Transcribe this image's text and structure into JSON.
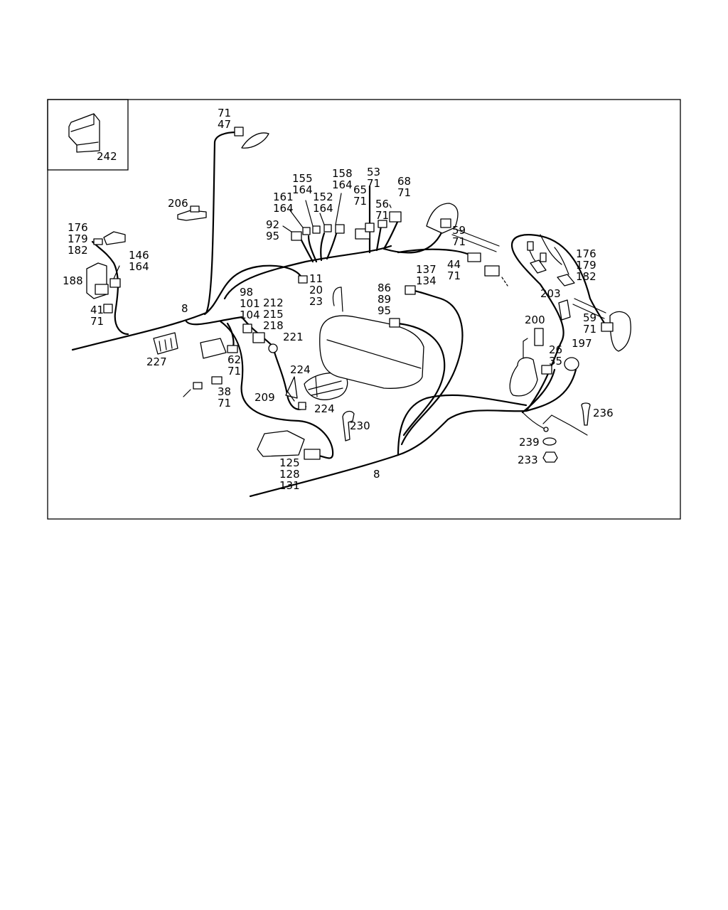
{
  "callouts": [
    {
      "id": "c242",
      "lines": [
        "242"
      ]
    },
    {
      "id": "c71-47",
      "lines": [
        "71",
        "47"
      ]
    },
    {
      "id": "c206",
      "lines": [
        "206"
      ]
    },
    {
      "id": "c176-179-182-left",
      "lines": [
        "176",
        "179",
        "182"
      ]
    },
    {
      "id": "c146-164",
      "lines": [
        "146",
        "164"
      ]
    },
    {
      "id": "c188",
      "lines": [
        "188"
      ]
    },
    {
      "id": "c41-71",
      "lines": [
        "41",
        "71"
      ]
    },
    {
      "id": "c8-left",
      "lines": [
        "8"
      ]
    },
    {
      "id": "c227",
      "lines": [
        "227"
      ]
    },
    {
      "id": "c62-71",
      "lines": [
        "62",
        "71"
      ]
    },
    {
      "id": "c38-71",
      "lines": [
        "38",
        "71"
      ]
    },
    {
      "id": "c155-164",
      "lines": [
        "155",
        "164"
      ]
    },
    {
      "id": "c161-164",
      "lines": [
        "161",
        "164"
      ]
    },
    {
      "id": "c152-164",
      "lines": [
        "152",
        "164"
      ]
    },
    {
      "id": "c158-164",
      "lines": [
        "158",
        "164"
      ]
    },
    {
      "id": "c53-71",
      "lines": [
        "53",
        "71"
      ]
    },
    {
      "id": "c65-71",
      "lines": [
        "65",
        "71"
      ]
    },
    {
      "id": "c68-71",
      "lines": [
        "68",
        "71"
      ]
    },
    {
      "id": "c56-71",
      "lines": [
        "56",
        "71"
      ]
    },
    {
      "id": "c92-95",
      "lines": [
        "92",
        "95"
      ]
    },
    {
      "id": "c59-71-top",
      "lines": [
        "59",
        "71"
      ]
    },
    {
      "id": "c11-20-23",
      "lines": [
        "11",
        "20",
        "23"
      ]
    },
    {
      "id": "c98-101-104",
      "lines": [
        "98",
        "101",
        "104"
      ]
    },
    {
      "id": "c212-215-218",
      "lines": [
        "212",
        "215",
        "218"
      ]
    },
    {
      "id": "c221",
      "lines": [
        "221"
      ]
    },
    {
      "id": "c224-top",
      "lines": [
        "224"
      ]
    },
    {
      "id": "c209",
      "lines": [
        "209"
      ]
    },
    {
      "id": "c224-bottom",
      "lines": [
        "224"
      ]
    },
    {
      "id": "c230",
      "lines": [
        "230"
      ]
    },
    {
      "id": "c125-128-131",
      "lines": [
        "125",
        "128",
        "131"
      ]
    },
    {
      "id": "c8-bottom",
      "lines": [
        "8"
      ]
    },
    {
      "id": "c137-134",
      "lines": [
        "137",
        "134"
      ]
    },
    {
      "id": "c86-89-95",
      "lines": [
        "86",
        "89",
        "95"
      ]
    },
    {
      "id": "c44-71",
      "lines": [
        "44",
        "71"
      ]
    },
    {
      "id": "c176-179-182-right",
      "lines": [
        "176",
        "179",
        "182"
      ]
    },
    {
      "id": "c203",
      "lines": [
        "203"
      ]
    },
    {
      "id": "c59-71-right",
      "lines": [
        "59",
        "71"
      ]
    },
    {
      "id": "c200",
      "lines": [
        "200"
      ]
    },
    {
      "id": "c26-35",
      "lines": [
        "26",
        "35"
      ]
    },
    {
      "id": "c197",
      "lines": [
        "197"
      ]
    },
    {
      "id": "c236",
      "lines": [
        "236"
      ]
    },
    {
      "id": "c239",
      "lines": [
        "239"
      ]
    },
    {
      "id": "c233",
      "lines": [
        "233"
      ]
    }
  ]
}
